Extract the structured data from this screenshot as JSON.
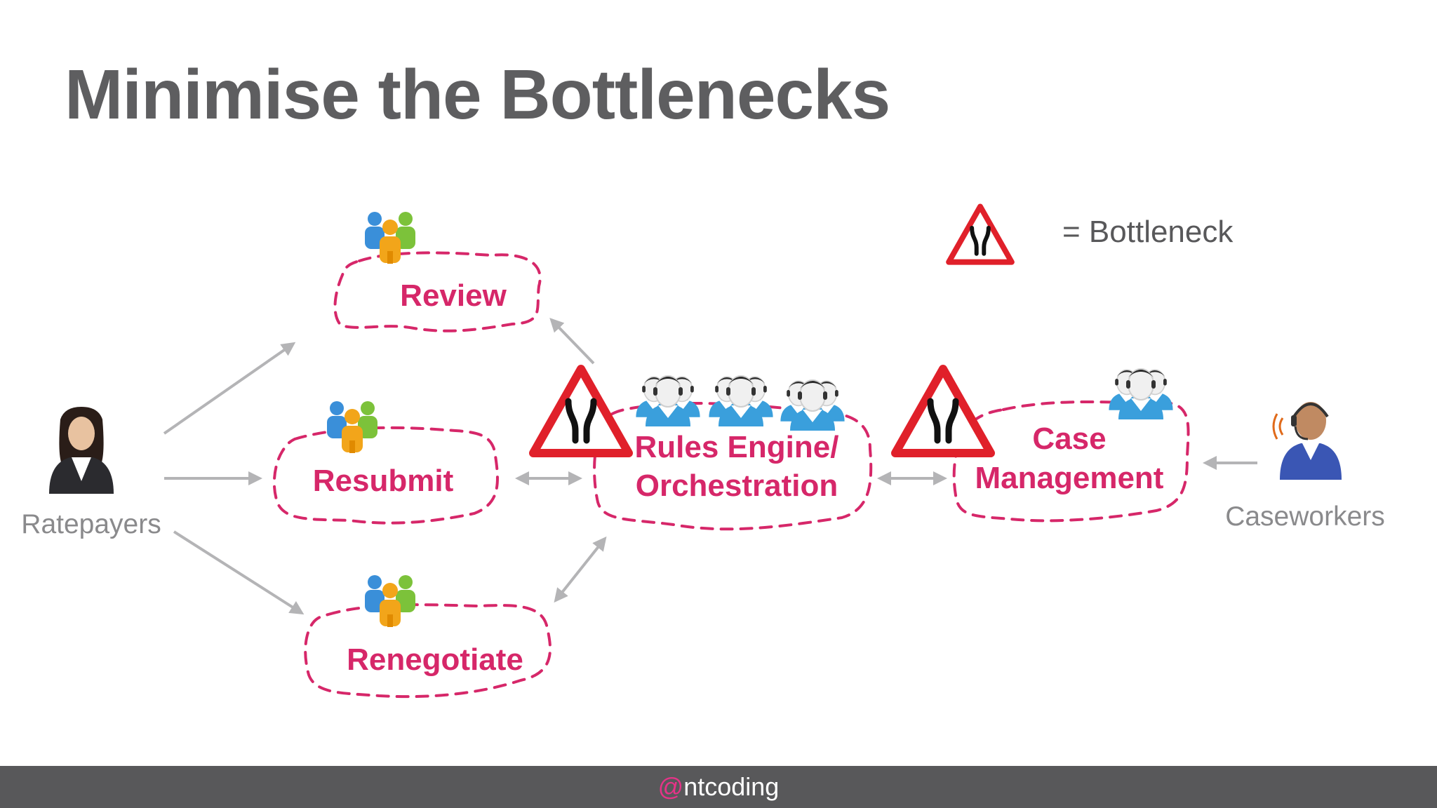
{
  "slide": {
    "title": "Minimise the Bottlenecks",
    "footer_at": "@",
    "footer_handle": "ntcoding"
  },
  "legend": {
    "label": "= Bottleneck",
    "icon": "road-narrows-warning-icon"
  },
  "actors": {
    "ratepayers": {
      "label": "Ratepayers",
      "icon": "businesswoman-icon"
    },
    "caseworkers": {
      "label": "Caseworkers",
      "icon": "headset-operator-icon"
    }
  },
  "nodes": {
    "review": {
      "label": "Review",
      "icon": "team-group-icon"
    },
    "resubmit": {
      "label": "Resubmit",
      "icon": "team-group-icon"
    },
    "renegotiate": {
      "label": "Renegotiate",
      "icon": "team-group-icon"
    },
    "rules_engine": {
      "label_line1": "Rules Engine/",
      "label_line2": "Orchestration",
      "icon": "dev-team-icon"
    },
    "case_management": {
      "label_line1": "Case",
      "label_line2": "Management",
      "icon": "dev-team-icon"
    }
  },
  "colors": {
    "title": "#5e5e60",
    "accent": "#d62769",
    "arrow": "#b4b4b6",
    "footer_bg": "#58585a",
    "warning_red": "#e0202a"
  }
}
